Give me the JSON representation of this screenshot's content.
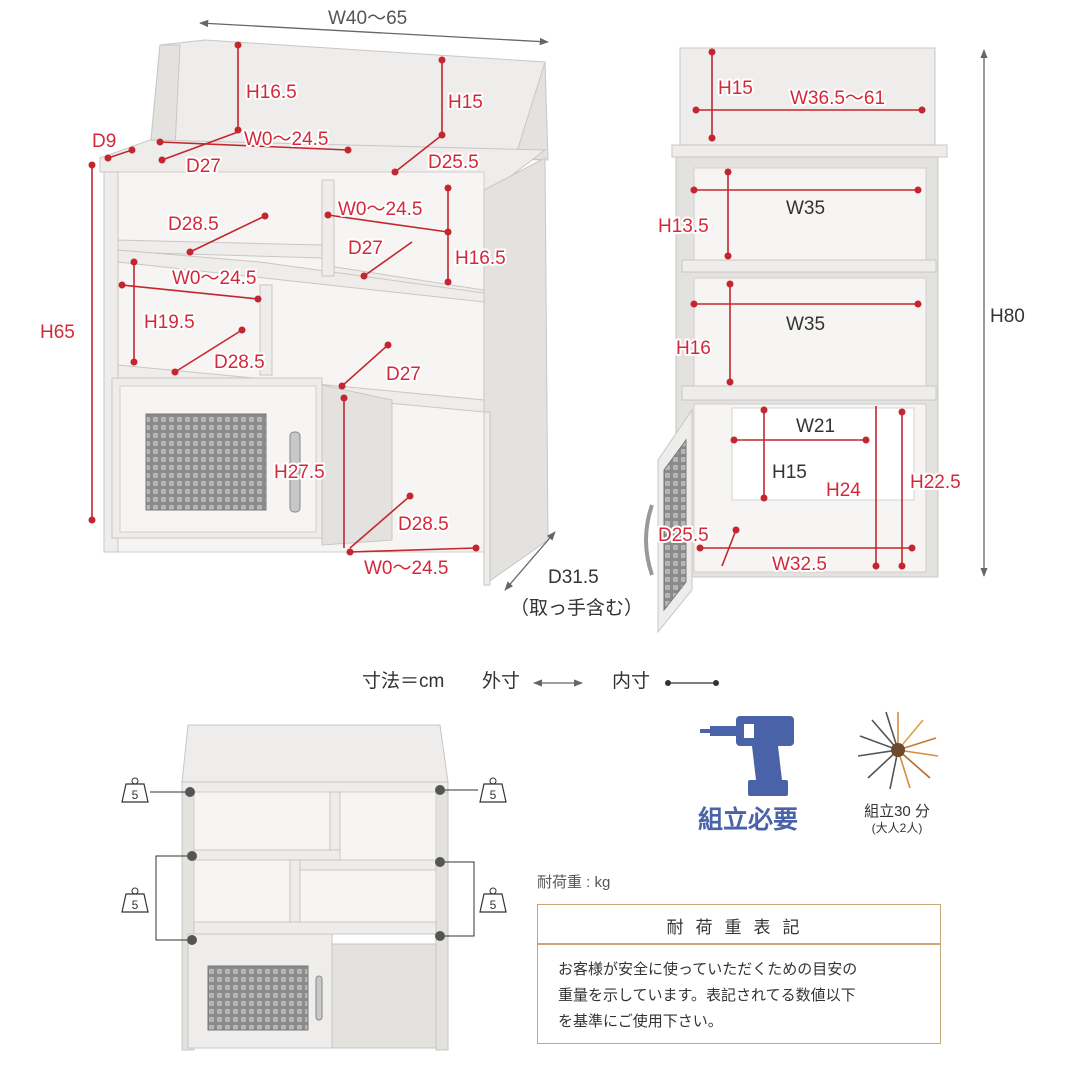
{
  "front_view": {
    "width_outer": "W40～65",
    "height_total": "H65",
    "d9": "D9",
    "h16_5_top": "H16.5",
    "h15_top": "H15",
    "w_top": "W0～24.5",
    "d27_top": "D27",
    "d25_5": "D25.5",
    "d28_5_upper": "D28.5",
    "w_upper_right": "W0～24.5",
    "d27_upper_right": "D27",
    "h16_5_right": "H16.5",
    "w_middle": "W0～24.5",
    "h19_5": "H19.5",
    "d28_5_middle": "D28.5",
    "d27_lower": "D27",
    "h27_5": "H27.5",
    "d28_5_bottom": "D28.5",
    "w_bottom": "W0～24.5",
    "d31_5": "D31.5",
    "handle_note": "（取っ手含む）"
  },
  "side_view": {
    "h15": "H15",
    "w36_5": "W36.5～61",
    "h80": "H80",
    "w35_a": "W35",
    "h13_5": "H13.5",
    "w35_b": "W35",
    "h16": "H16",
    "w21": "W21",
    "h15_inner": "H15",
    "h24": "H24",
    "h22_5": "H22.5",
    "d25_5": "D25.5",
    "w32_5": "W32.5"
  },
  "legend": {
    "unit": "寸法＝cm",
    "outer": "外寸",
    "inner": "内寸"
  },
  "load_view": {
    "weights": [
      "5",
      "5",
      "5",
      "5"
    ]
  },
  "assembly": {
    "required": "組立必要",
    "time": "組立30 分",
    "persons": "(大人2人)"
  },
  "load_notice": {
    "unit_label": "耐荷重 : kg",
    "title": "耐荷重表記",
    "body_lines": [
      "お客様が安全に使っていただくための目安の",
      "重量を示しています。表記されてる数値以下",
      "を基準にご使用下さい。"
    ]
  }
}
